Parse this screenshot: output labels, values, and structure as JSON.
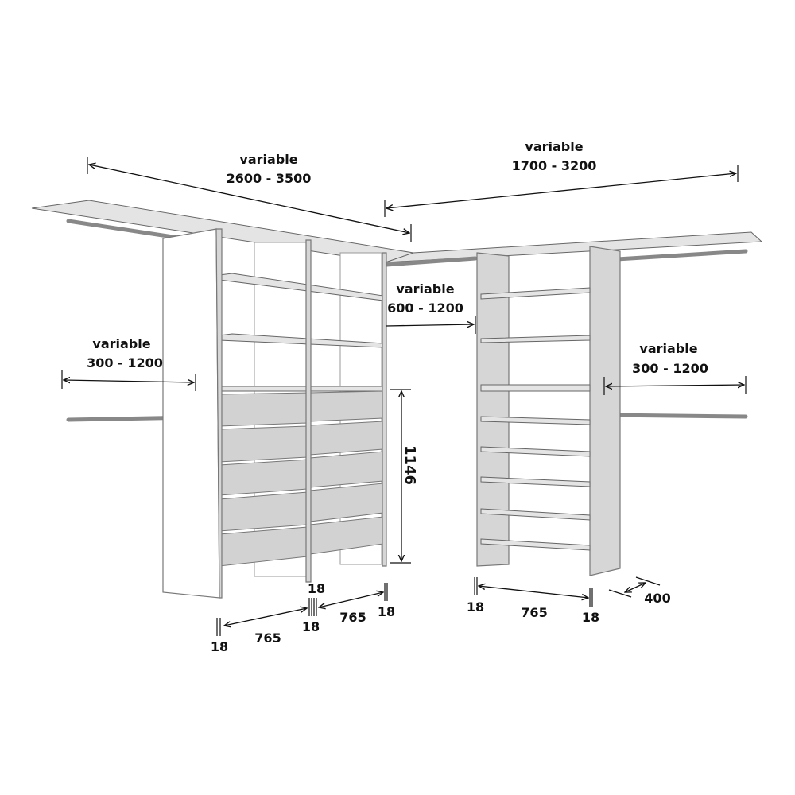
{
  "labels": {
    "top_left": {
      "line1": "variable",
      "line2": "2600 - 3500"
    },
    "top_right": {
      "line1": "variable",
      "line2": "1700 - 3200"
    },
    "corner": {
      "line1": "variable",
      "line2": "600 - 1200"
    },
    "left_rod": {
      "line1": "variable",
      "line2": "300 - 1200"
    },
    "right_rod": {
      "line1": "variable",
      "line2": "300 - 1200"
    },
    "drawer_height": "1146",
    "left_bottom": {
      "panel_a": "18",
      "width_a": "765",
      "panel_b": "18",
      "panel_b_top": "18",
      "width_b": "765",
      "panel_c": "18"
    },
    "right_bottom": {
      "panel_a": "18",
      "width": "765",
      "panel_b": "18",
      "depth": "400"
    }
  },
  "colors": {
    "panel_grey": "#d6d6d6",
    "drawer_grey": "#d2d2d2",
    "rod": "#888888",
    "dimension": "#111111"
  }
}
